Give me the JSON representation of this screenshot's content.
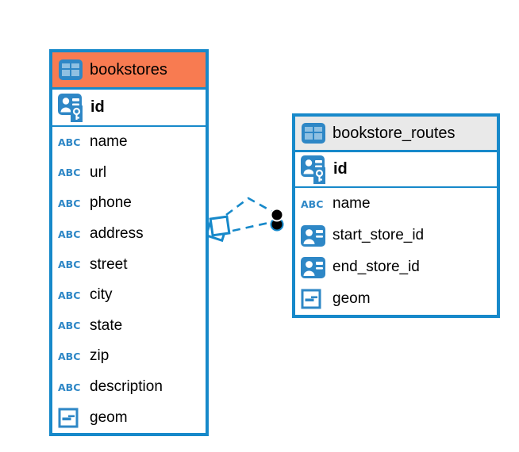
{
  "colors": {
    "accent_blue": "#1789CA",
    "icon_blue": "#2E87C6",
    "icon_cell_blue": "#8FC0E2",
    "bookstores_header_bg": "#F87B51",
    "routes_header_bg": "#E9E9E9",
    "text": "#000000",
    "endpoint_dot": "#000000"
  },
  "icons": {
    "text_type_label": "ABC",
    "table_icon": "table-grid",
    "primary_key_icon": "person-with-key",
    "reference_icon": "person-card",
    "geometry_icon": "square-with-dash"
  },
  "tables": [
    {
      "name": "bookstores",
      "primary_key": "id",
      "columns": [
        {
          "name": "name",
          "type": "text"
        },
        {
          "name": "url",
          "type": "text"
        },
        {
          "name": "phone",
          "type": "text"
        },
        {
          "name": "address",
          "type": "text"
        },
        {
          "name": "street",
          "type": "text"
        },
        {
          "name": "city",
          "type": "text"
        },
        {
          "name": "state",
          "type": "text"
        },
        {
          "name": "zip",
          "type": "text"
        },
        {
          "name": "description",
          "type": "text"
        },
        {
          "name": "geom",
          "type": "geometry"
        }
      ]
    },
    {
      "name": "bookstore_routes",
      "primary_key": "id",
      "columns": [
        {
          "name": "name",
          "type": "text"
        },
        {
          "name": "start_store_id",
          "type": "reference"
        },
        {
          "name": "end_store_id",
          "type": "reference"
        },
        {
          "name": "geom",
          "type": "geometry"
        }
      ]
    }
  ],
  "relationship": {
    "style": "dashed",
    "line_count": 2,
    "from_table": "bookstores",
    "to_table": "bookstore_routes"
  }
}
